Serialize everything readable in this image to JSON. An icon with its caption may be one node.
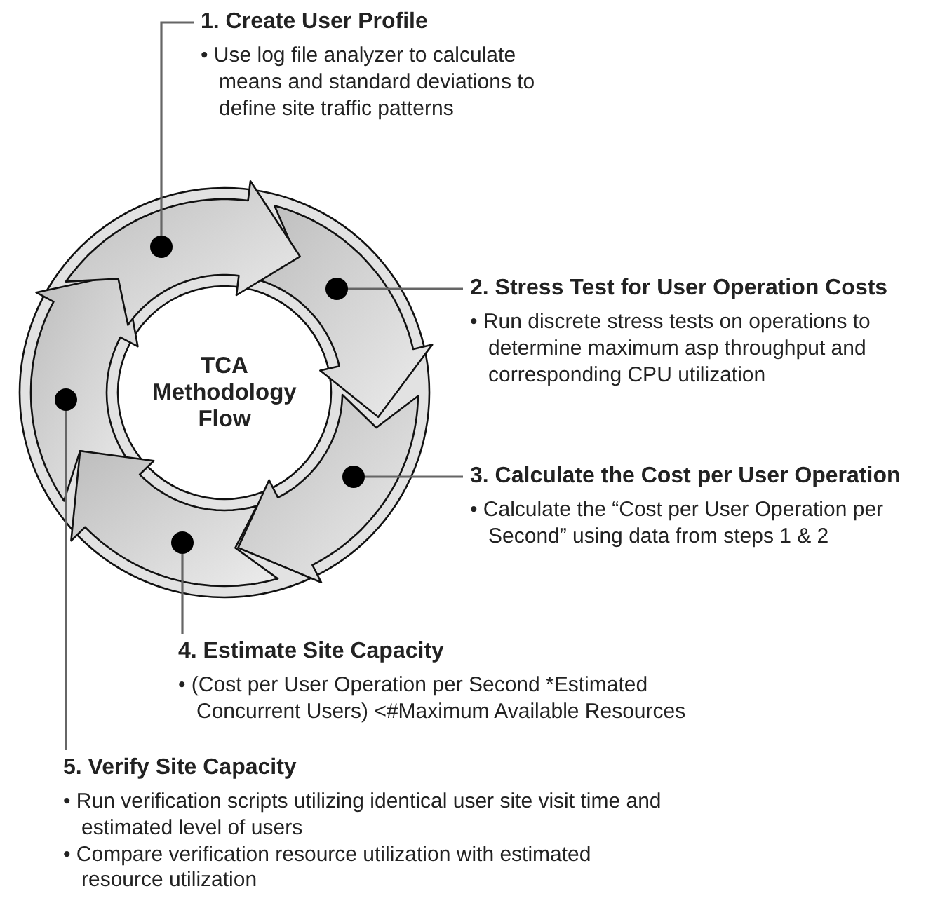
{
  "diagram": {
    "nodes": [
      {
        "text": [
          "1. Create User Profile",
          "• Use log file analyzer to calculate means and standard deviations to define site traffic patterns"
        ]
      },
      {
        "text": [
          "2. Stress Test for User Operation Costs",
          "• Run discrete stress tests on operations to determine maximum asp throughput and corresponding CPU utilization"
        ]
      },
      {
        "text": [
          "3. Calculate the Cost per User Operation",
          "• Calculate the “Cost per User Operation per Second” using data from steps 1 & 2"
        ]
      },
      {
        "text": [
          "4. Estimate Site Capacity",
          "• (Cost per User Operation per Second *Estimated Concurrent Users) <#Maximum Available Resources"
        ]
      },
      {
        "text": [
          "5. Verify Site Capacity",
          "• Run verification scripts utilizing identical user site visit time and estimated level of users",
          "• Compare verification resource utilization with estimated resource utilization"
        ]
      },
      {
        "text": [
          "TCA Methodology Flow"
        ]
      },
      {
        "text": [],
        "shape": "circle"
      },
      {
        "text": [],
        "shape": "circle"
      },
      {
        "text": [],
        "shape": "circle"
      },
      {
        "text": [],
        "shape": "circle"
      },
      {
        "text": [],
        "shape": "circle"
      }
    ],
    "edges": [
      {
        "from": 0,
        "to": 6,
        "arrow": "none"
      },
      {
        "from": 1,
        "to": 7,
        "arrow": "none"
      },
      {
        "from": 2,
        "to": 8,
        "arrow": "none"
      },
      {
        "from": 3,
        "to": 9,
        "arrow": "none"
      },
      {
        "from": 4,
        "to": 10,
        "arrow": "none"
      }
    ]
  }
}
